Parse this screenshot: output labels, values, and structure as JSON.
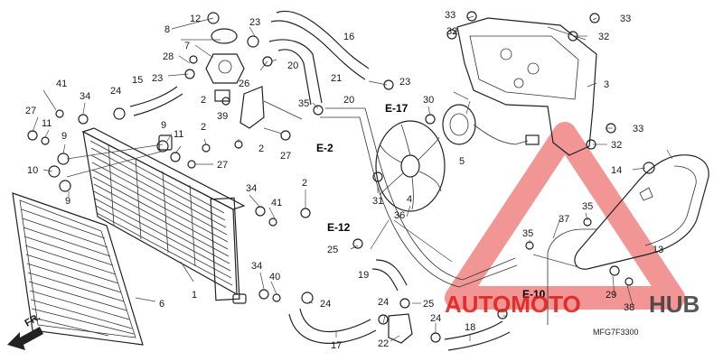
{
  "callouts": [
    {
      "id": "c12",
      "text": "12"
    },
    {
      "id": "c8",
      "text": "8"
    },
    {
      "id": "c23a",
      "text": "23"
    },
    {
      "id": "c16",
      "text": "16"
    },
    {
      "id": "c7",
      "text": "7"
    },
    {
      "id": "c28",
      "text": "28"
    },
    {
      "id": "c20a",
      "text": "20"
    },
    {
      "id": "c23b",
      "text": "23"
    },
    {
      "id": "c21",
      "text": "21"
    },
    {
      "id": "c23c",
      "text": "23"
    },
    {
      "id": "c15",
      "text": "15"
    },
    {
      "id": "c41a",
      "text": "41"
    },
    {
      "id": "c34a",
      "text": "34"
    },
    {
      "id": "c24a",
      "text": "24"
    },
    {
      "id": "c26",
      "text": "26"
    },
    {
      "id": "c35a",
      "text": "35"
    },
    {
      "id": "c20b",
      "text": "20"
    },
    {
      "id": "c27a",
      "text": "27"
    },
    {
      "id": "c2a",
      "text": "2"
    },
    {
      "id": "c39",
      "text": "39"
    },
    {
      "id": "c11a",
      "text": "11"
    },
    {
      "id": "c9a",
      "text": "9"
    },
    {
      "id": "c9b",
      "text": "9"
    },
    {
      "id": "c2b",
      "text": "2"
    },
    {
      "id": "c11b",
      "text": "11"
    },
    {
      "id": "c27b",
      "text": "27"
    },
    {
      "id": "c2c",
      "text": "2"
    },
    {
      "id": "c27c",
      "text": "27"
    },
    {
      "id": "c10",
      "text": "10"
    },
    {
      "id": "c9c",
      "text": "9"
    },
    {
      "id": "c34b",
      "text": "34"
    },
    {
      "id": "c2d",
      "text": "2"
    },
    {
      "id": "c41b",
      "text": "41"
    },
    {
      "id": "c33a",
      "text": "33"
    },
    {
      "id": "c33b",
      "text": "33"
    },
    {
      "id": "c32a",
      "text": "32"
    },
    {
      "id": "c32b",
      "text": "32"
    },
    {
      "id": "c3",
      "text": "3"
    },
    {
      "id": "c30",
      "text": "30"
    },
    {
      "id": "c33c",
      "text": "33"
    },
    {
      "id": "c32c",
      "text": "32"
    },
    {
      "id": "c5",
      "text": "5"
    },
    {
      "id": "c14",
      "text": "14"
    },
    {
      "id": "c31",
      "text": "31"
    },
    {
      "id": "c4",
      "text": "4"
    },
    {
      "id": "c36",
      "text": "36"
    },
    {
      "id": "c25a",
      "text": "25"
    },
    {
      "id": "c19",
      "text": "19"
    },
    {
      "id": "c37",
      "text": "37"
    },
    {
      "id": "c35b",
      "text": "35"
    },
    {
      "id": "c35c",
      "text": "35"
    },
    {
      "id": "c13",
      "text": "13"
    },
    {
      "id": "c1",
      "text": "1"
    },
    {
      "id": "c6",
      "text": "6"
    },
    {
      "id": "c34c",
      "text": "34"
    },
    {
      "id": "c40",
      "text": "40"
    },
    {
      "id": "c24b",
      "text": "24"
    },
    {
      "id": "c17",
      "text": "17"
    },
    {
      "id": "c24c",
      "text": "24"
    },
    {
      "id": "c25b",
      "text": "25"
    },
    {
      "id": "c22",
      "text": "22"
    },
    {
      "id": "c24d",
      "text": "24"
    },
    {
      "id": "c18",
      "text": "18"
    },
    {
      "id": "c29",
      "text": "29"
    },
    {
      "id": "c38",
      "text": "38"
    }
  ],
  "references": [
    {
      "id": "e17",
      "text": "E-17"
    },
    {
      "id": "e2",
      "text": "E-2"
    },
    {
      "id": "e12",
      "text": "E-12"
    },
    {
      "id": "e10",
      "text": "E-10"
    }
  ],
  "direction_label": "FR.",
  "diagram_code": "MFG7F3300",
  "watermark": {
    "text_left": "AUTOMOTO",
    "text_right": "HUB",
    "color": "#e01b1b",
    "color_dark": "#3a3a3a"
  }
}
